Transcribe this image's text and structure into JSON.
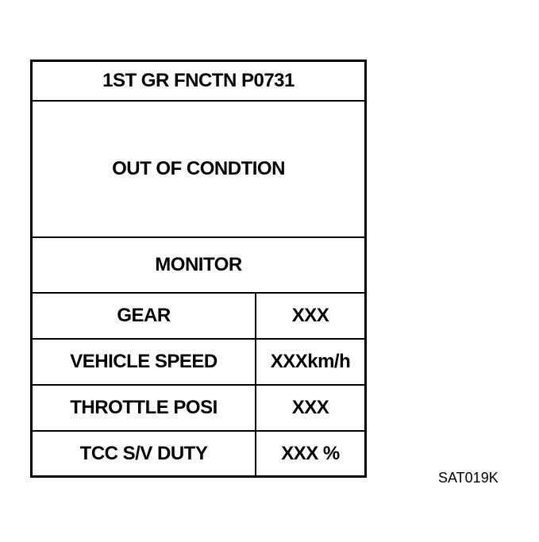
{
  "screen": {
    "title": "1ST GR FNCTN P0731",
    "status": "OUT OF CONDTION",
    "monitor_label": "MONITOR",
    "rows": [
      {
        "label": "GEAR",
        "value": "XXX"
      },
      {
        "label": "VEHICLE SPEED",
        "value": "XXXkm/h"
      },
      {
        "label": "THROTTLE POSI",
        "value": "XXX"
      },
      {
        "label": "TCC S/V DUTY",
        "value": "XXX %"
      }
    ]
  },
  "figure_code": "SAT019K"
}
